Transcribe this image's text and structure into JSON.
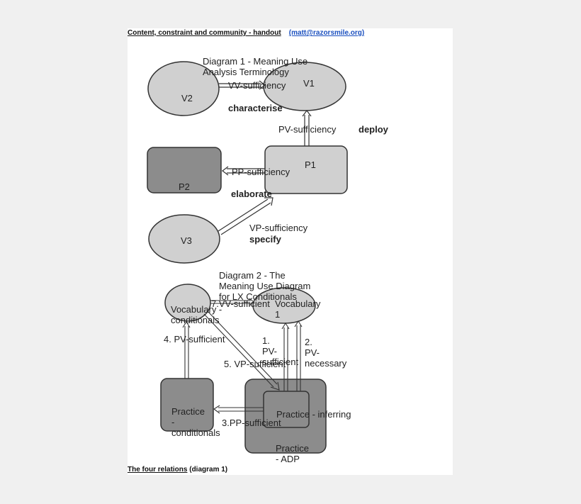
{
  "header": {
    "title": "Content, constraint and community - handout",
    "email": "(matt@razorsmile.org)"
  },
  "footer": {
    "title": "The four relations",
    "note": "(diagram 1)"
  },
  "diagram1": {
    "title": "Diagram 1 - Meaning Use Analysis Terminology",
    "nodes": {
      "v1": "V1",
      "v2": "V2",
      "v3": "V3",
      "p1": "P1",
      "p2": "P2"
    },
    "edges": {
      "vv": "VV-sufficiency",
      "characterise": "characterise",
      "pv": "PV-sufficiency",
      "deploy": "deploy",
      "pp": "PP-sufficiency",
      "elaborate": "elaborate",
      "vp": "VP-sufficiency",
      "specify": "specify"
    }
  },
  "diagram2": {
    "title": "Diagram 2 - The Meaning Use Diagram for LX Conditionals",
    "nodes": {
      "voc_cond": "Vocabulary - conditionals",
      "voc1": "Vocabulary 1",
      "prac_cond": "Practice - conditionals",
      "prac_inf": "Practice - inferring",
      "prac_adp": "Practice - ADP"
    },
    "edges": {
      "vv": "7.VV-sufficient",
      "pv1": "1. PV-sufficient",
      "pv2": "2. PV-necessary",
      "pp": "3.PP-sufficient",
      "pv4": "4. PV-sufficient",
      "vp": "5. VP-sufficient"
    }
  },
  "colors": {
    "light_node": "#d0d0d0",
    "dark_node": "#8c8c8c",
    "stroke": "#333333",
    "arrow_fill": "#e8e8e8",
    "link": "#1a4fbf"
  }
}
